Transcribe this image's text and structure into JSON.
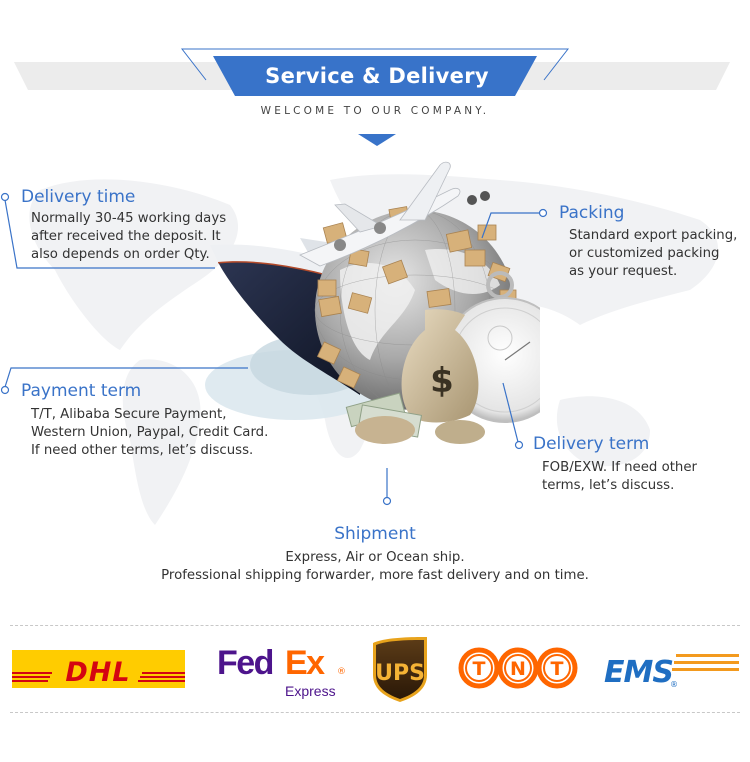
{
  "header": {
    "title": "Service & Delivery",
    "subtitle": "WELCOME TO OUR COMPANY."
  },
  "colors": {
    "accent": "#3a73c8",
    "band": "#ececec",
    "body_text": "#333333"
  },
  "blocks": {
    "delivery_time": {
      "title": "Delivery time",
      "lines": [
        "Normally 30-45 working days",
        "after received the deposit. It",
        "also depends on order Qty."
      ]
    },
    "packing": {
      "title": "Packing",
      "lines": [
        "Standard export packing,",
        "or customized packing",
        "as your request."
      ]
    },
    "payment_term": {
      "title": "Payment term",
      "lines": [
        "T/T, Alibaba Secure Payment,",
        "Western Union, Paypal, Credit Card.",
        "If need other terms, let’s discuss."
      ]
    },
    "delivery_term": {
      "title": "Delivery term",
      "lines": [
        "FOB/EXW. If need other",
        "terms, let’s discuss."
      ]
    },
    "shipment": {
      "title": "Shipment",
      "lines": [
        "Express, Air or Ocean ship.",
        "Professional shipping forwarder, more fast delivery and on time."
      ]
    }
  },
  "illustration": {
    "description": "Globe with cargo ship, airplane, cardboard boxes, money bag and stopwatch",
    "money_symbol": "$"
  },
  "carriers": [
    {
      "name": "DHL",
      "text": "DHL"
    },
    {
      "name": "FedEx",
      "text_fed": "Fed",
      "text_ex": "Ex",
      "sub": "Express",
      "reg": "®"
    },
    {
      "name": "UPS",
      "text": "UPS"
    },
    {
      "name": "TNT",
      "letters": [
        "T",
        "N",
        "T"
      ]
    },
    {
      "name": "EMS",
      "text": "EMS",
      "reg": "®"
    }
  ]
}
